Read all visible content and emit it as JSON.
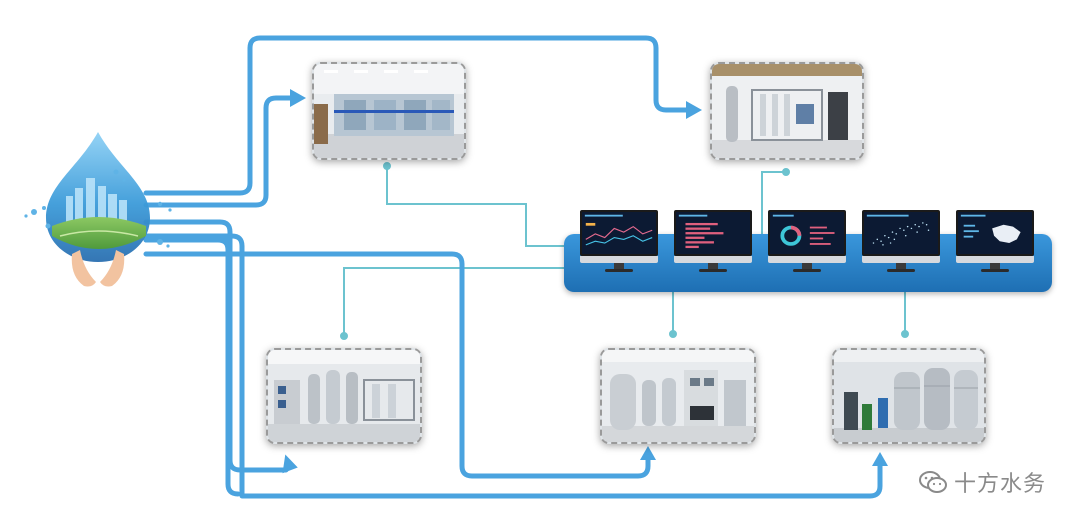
{
  "watermark": {
    "icon": "wechat-icon",
    "text": "十方水务"
  },
  "colors": {
    "pipe_thick": "#4aa3df",
    "pipe_thin": "#6cc3cf",
    "monitor_bar": "#2a85cf",
    "drop": "#5fb3e6",
    "hands": "#f2c3a0"
  },
  "nodes": [
    {
      "name": "water-drop-logo",
      "icon": "water-drop-icon"
    },
    {
      "name": "lab-room-photo"
    },
    {
      "name": "treatment-unit-photo"
    },
    {
      "name": "monitoring-dashboard-bar"
    },
    {
      "name": "filtration-equipment-photo"
    },
    {
      "name": "tank-equipment-photo"
    },
    {
      "name": "storage-tanks-photo"
    }
  ]
}
